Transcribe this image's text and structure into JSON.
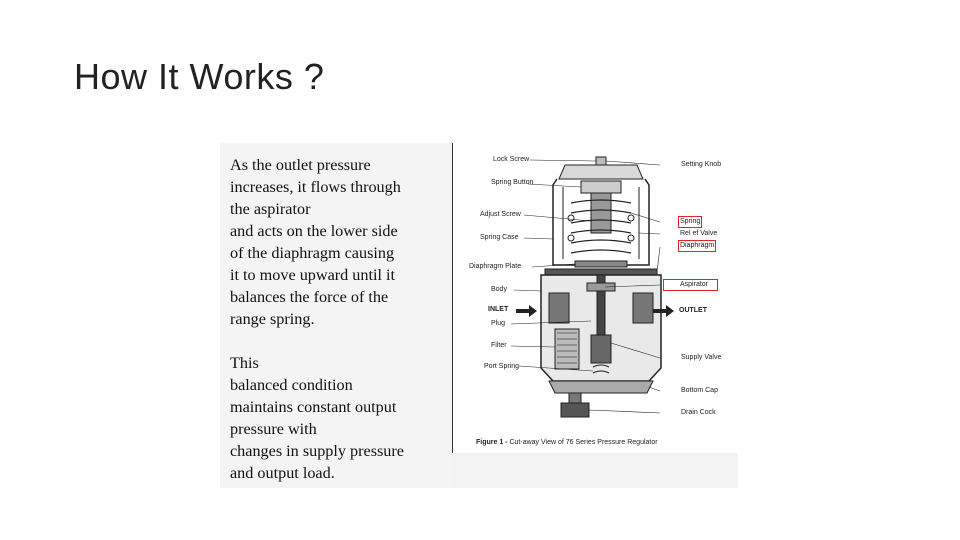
{
  "slide": {
    "title": "How It Works ?"
  },
  "text": {
    "paragraph1": [
      "As the outlet pressure",
      "increases, it flows through",
      "the aspirator",
      "and acts on the lower side",
      "of the diaphragm causing",
      "it to move upward until it",
      "balances the force of the",
      "range spring."
    ],
    "paragraph2": [
      "This",
      "balanced condition",
      "maintains constant output",
      "pressure with",
      "changes in supply pressure",
      "and output load."
    ]
  },
  "diagram": {
    "labels_left": {
      "lock_screw": "Lock Screw",
      "spring_button": "Spring Button",
      "adjust_screw": "Adjust Screw",
      "spring_case": "Spring Case",
      "diaphragm_plate": "Diaphragm Plate",
      "body": "Body",
      "inlet": "INLET",
      "plug": "Plug",
      "filter": "Filter",
      "port_spring": "Port Spring"
    },
    "labels_right": {
      "setting_knob": "Setting Knob",
      "spring": "Spring",
      "relief_valve": "Rel ef Valve",
      "diaphragm": "Diaphragm",
      "aspirator": "Aspirator",
      "outlet": "OUTLET",
      "supply_valve": "Supply Valve",
      "bottom_cap": "Bottom Cap",
      "drain_cock": "Drain Cock"
    },
    "caption_prefix": "Figure 1 -",
    "caption_text": "Cut-away View of 76 Series Pressure Regulator",
    "highlight_color": "#e0252b"
  }
}
